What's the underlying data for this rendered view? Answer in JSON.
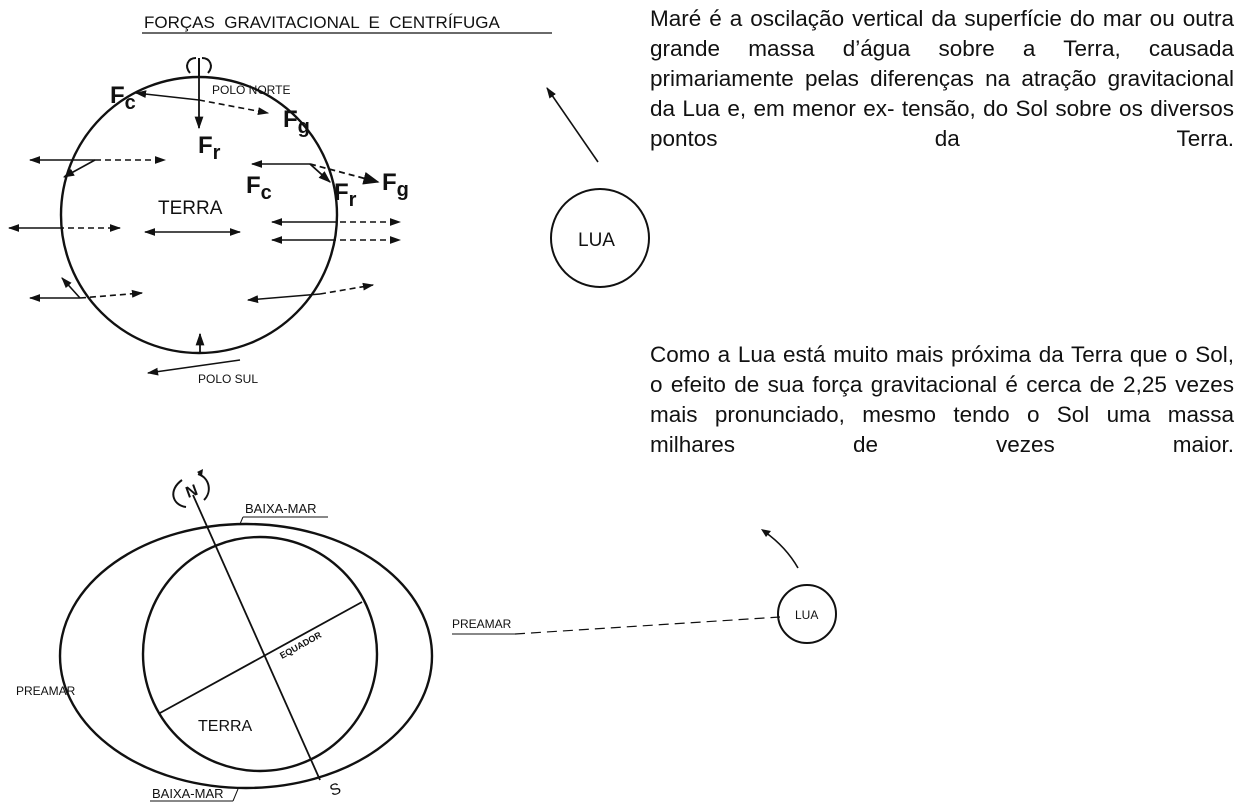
{
  "diagram_top": {
    "title": "FORÇAS  GRAVITACIONAL  E  CENTRÍFUGA",
    "polo_norte": "POLO NORTE",
    "polo_sul": "POLO SUL",
    "earth_label": "TERRA",
    "moon_label": "LUA",
    "fc": "F",
    "fc_sub": "c",
    "fg": "F",
    "fg_sub": "g",
    "fr": "F",
    "fr_sub": "r"
  },
  "diagram_bottom": {
    "baixa_mar_top": "BAIXA-MAR",
    "baixa_mar_bottom": "BAIXA-MAR",
    "preamar_left": "PREAMAR",
    "preamar_right": "PREAMAR",
    "equator_label": "EQUADOR",
    "earth_label": "TERRA",
    "moon_label": "LUA",
    "north": "N",
    "south": "S"
  },
  "text": {
    "paragraph1": "Maré é a oscilação vertical da superfície do mar ou outra grande massa d’água sobre a Terra, causada primariamente pelas diferenças na atração gravitacional da Lua e, em menor ex- tensão, do Sol sobre os diversos pontos da Terra.",
    "paragraph2": "Como a Lua está muito mais próxima da Terra que o Sol, o efeito de sua força gravitacional é cerca de 2,25 vezes mais pronunciado, mesmo tendo o Sol uma massa milhares de vezes maior."
  }
}
